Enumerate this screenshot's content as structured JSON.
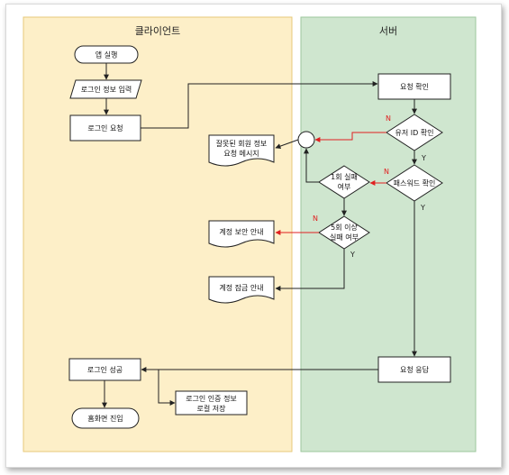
{
  "lanes": {
    "client": {
      "title": "클라이언트",
      "fill": "#fdefc8",
      "stroke": "#e7c97a"
    },
    "server": {
      "title": "서버",
      "fill": "#cfe6cf",
      "stroke": "#9ec79e"
    }
  },
  "client_nodes": {
    "app_run": "앱 실행",
    "login_input": "로그인 정보 입력",
    "login_request": "로그인 요청",
    "wrong_info_doc_line1": "잘못된 회원 정보",
    "wrong_info_doc_line2": "요청 메시지",
    "security_notice": "계정 보안 안내",
    "lock_notice": "계정 잠금 안내",
    "login_success": "로그인 성공",
    "save_local_line1": "로그인 인증 정보",
    "save_local_line2": "로컬 저장",
    "home_enter": "홈화면 진입"
  },
  "server_nodes": {
    "request_check": "요청 확인",
    "user_id_check": "유저 ID 확인",
    "password_check": "패스워드 확인",
    "fail_once_line1": "1회 실패",
    "fail_once_line2": "여부",
    "fail_five_line1": "5회 이상",
    "fail_five_line2": "실패 여부",
    "response": "요청 응답"
  },
  "edge_labels": {
    "no": "N",
    "yes": "Y"
  },
  "colors": {
    "line": "#222222",
    "no_path": "#e02020",
    "node_fill": "#ffffff"
  }
}
